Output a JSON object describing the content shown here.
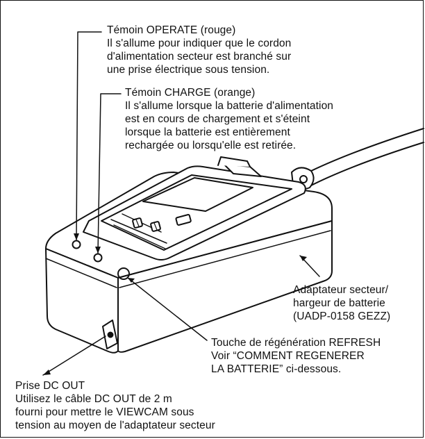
{
  "labels": {
    "operate": {
      "title": "Témoin OPERATE (rouge)",
      "lines": [
        "Il s'allume pour indiquer que le cordon",
        "d'alimentation secteur est branché sur",
        "une prise électrique sous tension."
      ]
    },
    "charge": {
      "title": "Témoin CHARGE (orange)",
      "lines": [
        "Il s'allume lorsque la batterie d'alimentation",
        "est en cours de chargement et s'éteint",
        "lorsque la batterie est entièrement",
        "rechargée ou lorsqu'elle est retirée."
      ]
    },
    "adapter": {
      "lines": [
        "Adaptateur secteur/",
        "hargeur de batterie",
        "(UADP-0158 GEZZ)"
      ]
    },
    "refresh": {
      "lines": [
        "Touche de régénération REFRESH",
        "Voir “COMMENT REGENERER",
        "LA BATTERIE” ci-dessous."
      ]
    },
    "dcout": {
      "lines": [
        "Prise DC OUT",
        "Utilisez le câble DC OUT de 2 m",
        "fourni pour mettre le VIEWCAM sous",
        "tension au moyen de l'adaptateur secteur"
      ]
    }
  }
}
